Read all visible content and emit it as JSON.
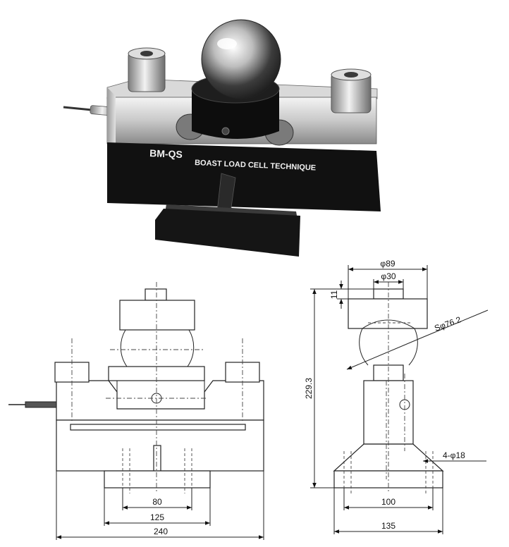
{
  "product": {
    "model": "BM-QS",
    "brand_text": "BOAST LOAD CELL TECHNIQUE"
  },
  "front_view": {
    "dim_80": "80",
    "dim_125": "125",
    "dim_240": "240"
  },
  "side_view": {
    "dim_phi89": "φ89",
    "dim_phi30": "φ30",
    "dim_11": "11",
    "dim_sphere": "Sφ76.2",
    "dim_height": "229.3",
    "dim_holes": "4-φ18",
    "dim_100": "100",
    "dim_135": "135"
  }
}
